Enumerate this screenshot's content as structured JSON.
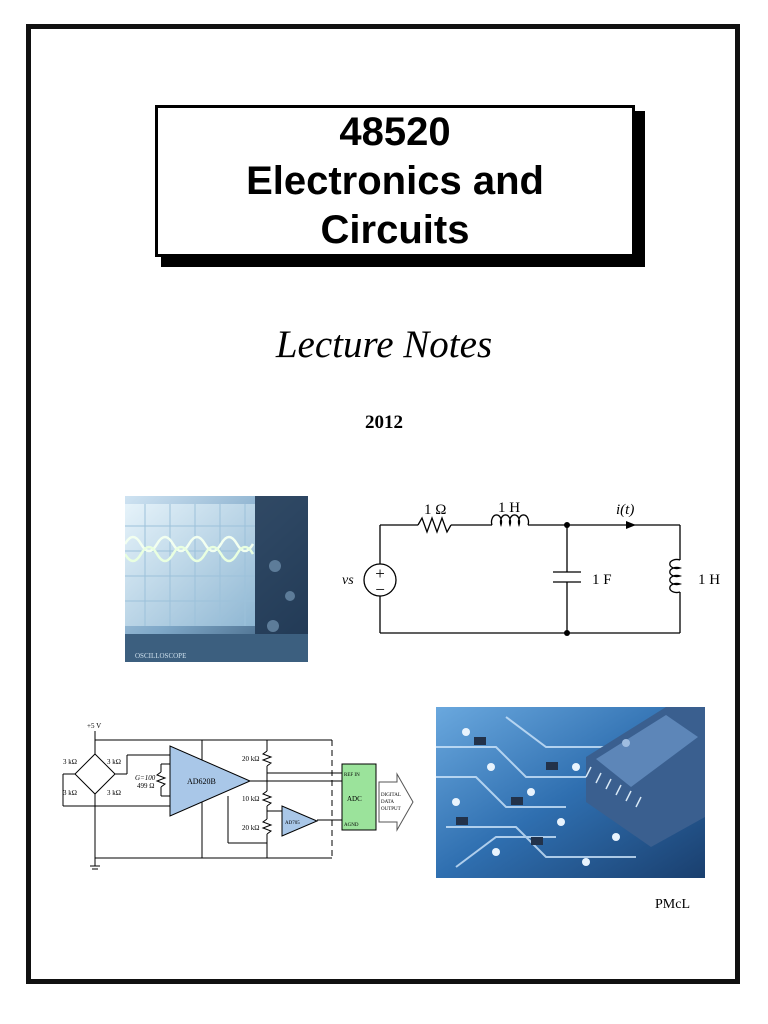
{
  "document": {
    "course_number": "48520",
    "title_line1": "Electronics and",
    "title_line2": "Circuits",
    "subtitle": "Lecture Notes",
    "year": "2012",
    "author": "PMcL"
  },
  "oscilloscope_photo": {
    "label": "OSCILLOSCOPE"
  },
  "rlc_circuit": {
    "resistor": "1 Ω",
    "inductor_series": "1 H",
    "current_label": "i(t)",
    "capacitor": "1 F",
    "inductor_shunt": "1 H",
    "source_label": "vs",
    "plus": "+",
    "minus": "−"
  },
  "amplifier_circuit": {
    "supply": "+5 V",
    "bridge_r1": "3 kΩ",
    "bridge_r2": "3 kΩ",
    "bridge_r3": "3 kΩ",
    "bridge_r4": "3 kΩ",
    "gain": "G=100",
    "gain_resistor": "499 Ω",
    "inamp": "AD620B",
    "r_top": "20 kΩ",
    "r_mid": "10 kΩ",
    "r_bot": "20 kΩ",
    "buffer": "AD705",
    "adc": "ADC",
    "ref_in": "REF IN",
    "agnd": "AGND",
    "output_line1": "DIGITAL",
    "output_line2": "DATA",
    "output_line3": "OUTPUT"
  },
  "colors": {
    "opamp_fill": "#a9c7e8",
    "adc_fill": "#9be39b",
    "board_blue": "#2f6fb0"
  }
}
